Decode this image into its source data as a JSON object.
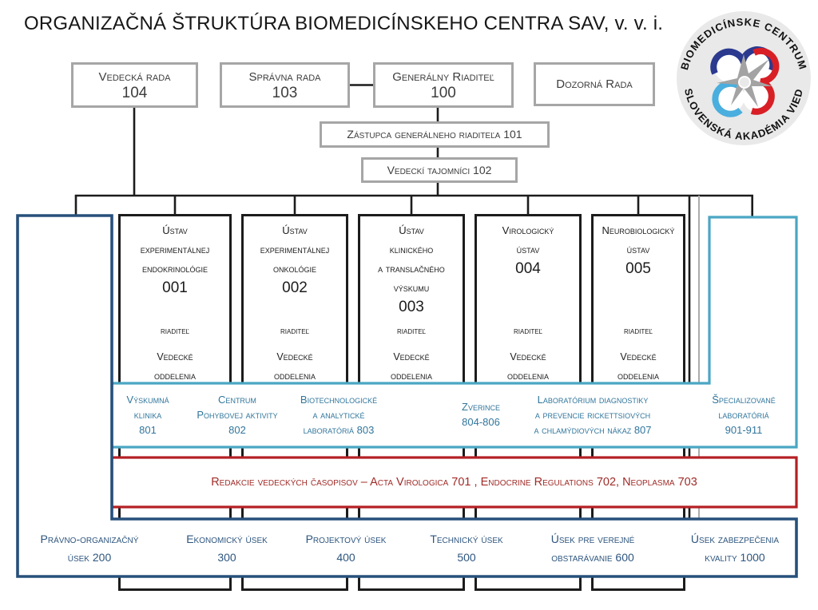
{
  "title": "ORGANIZAČNÁ ŠTRUKTÚRA BIOMEDICÍNSKEHO CENTRA SAV, v. v. i.",
  "logo": {
    "top_text": "BIOMEDICÍNSKE CENTRUM",
    "bottom_text": "SLOVENSKÁ AKADÉMIA VIED"
  },
  "top_boxes": {
    "vedecka_rada": {
      "label": "Vedecká rada",
      "num": "104"
    },
    "spravna_rada": {
      "label": "Správna rada",
      "num": "103"
    },
    "generalny_riaditel": {
      "label": "Generálny Riaditeľ",
      "num": "100"
    },
    "dozorna_rada": {
      "label": "Dozorná Rada"
    },
    "zastupca": {
      "label": "Zástupca generálneho riaditeľa 101"
    },
    "tajomnici": {
      "label": "Vedeckí tajomníci 102"
    }
  },
  "institutes": {
    "common": {
      "director": "riaditeľ",
      "departments": "Vedecké\noddelenia"
    },
    "items": [
      {
        "title": "Ústav\nexperimentálnej\nendokrinológie",
        "num": "001"
      },
      {
        "title": "Ústav\nexperimentálnej\nonkológie",
        "num": "002"
      },
      {
        "title": "Ústav\nklinického\na translačného\nvýskumu",
        "num": "003"
      },
      {
        "title": "Virologický\nústav",
        "num": "004"
      },
      {
        "title": "Neurobiologický\nústav",
        "num": "005"
      }
    ]
  },
  "teal_band": {
    "items": [
      {
        "label": "Výskumná\nklinika\n801"
      },
      {
        "label": "Centrum\nPohybovej aktivity\n802"
      },
      {
        "label": "Biotechnologické\na analytické\nlaboratóriá 803"
      },
      {
        "label": "Zverince\n804-806"
      },
      {
        "label": "Laboratórium diagnostiky\na prevencie rickettsiových\na chlamýdiových nákaz 807"
      },
      {
        "label": "Špecializované\nlaboratóriá\n901-911"
      }
    ]
  },
  "red_band": {
    "label": "Redakcie vedeckých časopisov – Acta Virologica 701 , Endocrine Regulations 702, Neoplasma 703"
  },
  "navy_band": {
    "items": [
      {
        "label": "Právno-organizačný\núsek 200"
      },
      {
        "label": "Ekonomický úsek\n300"
      },
      {
        "label": "Projektový úsek\n400"
      },
      {
        "label": "Technický úsek\n500"
      },
      {
        "label": "Úsek pre verejné\nobstarávanie 600"
      },
      {
        "label": "Úsek zabezpečenia\nkvality 1000"
      }
    ]
  },
  "colors": {
    "teal_border": "#4BA6C3",
    "teal_text": "#31769C",
    "red_border": "#B41F24",
    "red_text": "#A02C28",
    "navy": "#27507B",
    "navy_text": "#2E567F",
    "box_gray_border": "#A6A6A6",
    "line_black": "#1C1C1C",
    "line_gray": "#ABABAB"
  }
}
